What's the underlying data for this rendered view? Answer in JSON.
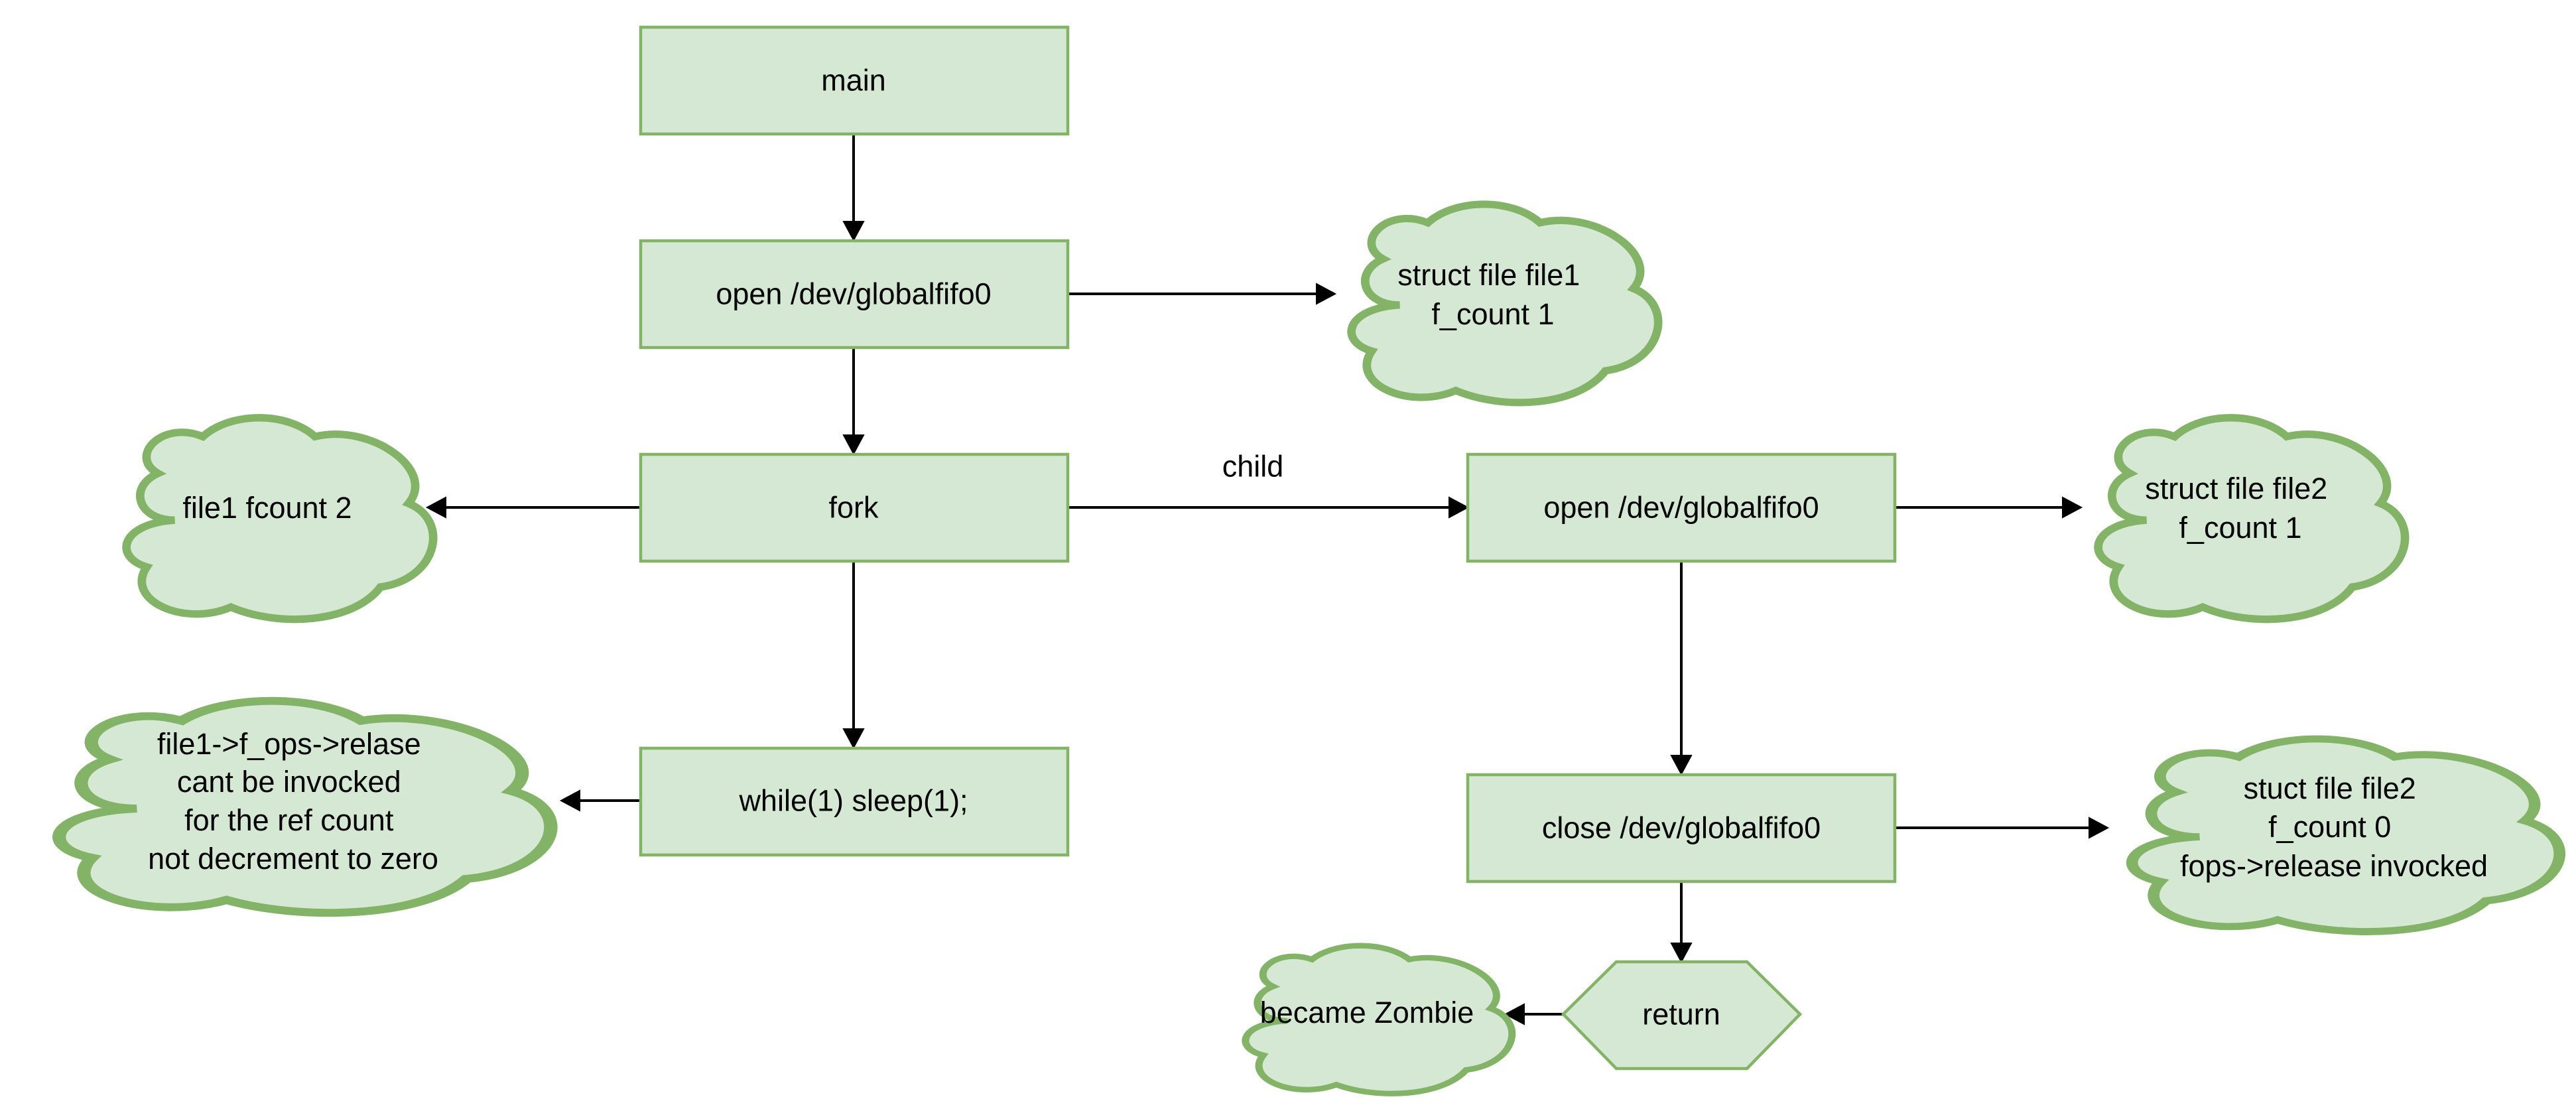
{
  "colors": {
    "node_fill": "#d5e8d4",
    "node_stroke": "#82b366",
    "edge": "#000000",
    "text": "#000000"
  },
  "nodes": {
    "main": "main",
    "open1": "open /dev/globalfifo0",
    "fork": "fork",
    "sleep": "while(1) sleep(1);",
    "open2": "open /dev/globalfifo0",
    "close": "close /dev/globalfifo0",
    "return": "return"
  },
  "clouds": {
    "file1": [
      "struct file file1",
      "f_count 1"
    ],
    "fcount2": [
      "file1 fcount 2"
    ],
    "release": [
      "file1->f_ops->relase",
      "cant be invocked",
      "for the ref count",
      "not decrement to zero"
    ],
    "file2": [
      "struct file file2",
      "f_count 1"
    ],
    "file2_closed": [
      "stuct file file2",
      "f_count 0",
      "fops->release invocked"
    ],
    "zombie": [
      "became Zombie"
    ]
  },
  "edge_labels": {
    "child": "child"
  }
}
